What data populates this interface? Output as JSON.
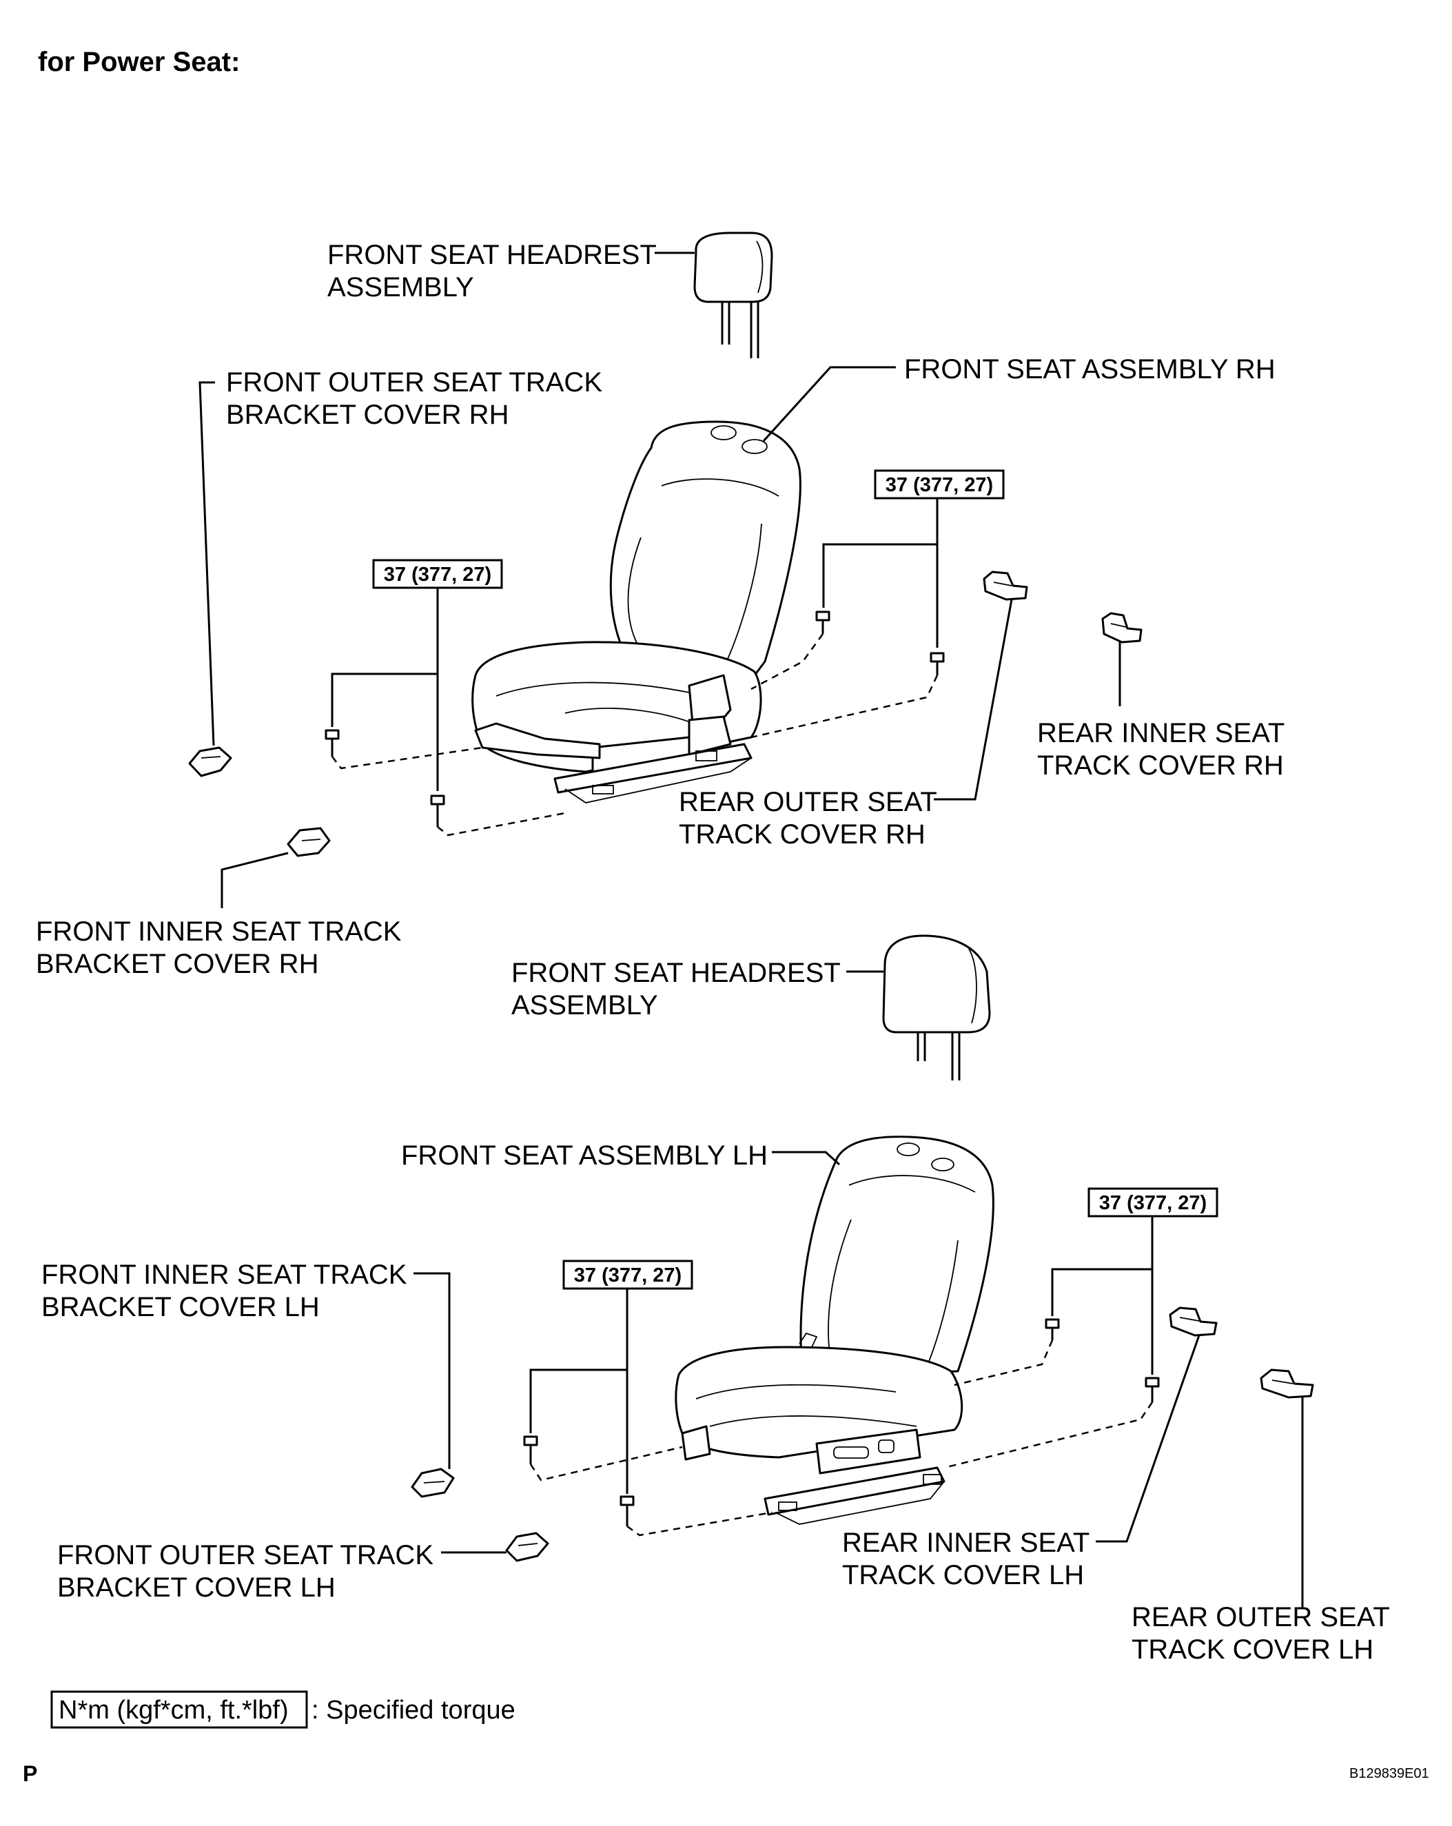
{
  "title": "for Power Seat:",
  "labels": {
    "headrest_rh": [
      "FRONT SEAT HEADREST",
      "ASSEMBLY"
    ],
    "seat_rh": "FRONT SEAT ASSEMBLY RH",
    "front_outer_cover_rh": [
      "FRONT OUTER SEAT TRACK",
      "BRACKET COVER RH"
    ],
    "rear_inner_cover_rh": [
      "REAR INNER SEAT",
      "TRACK COVER RH"
    ],
    "rear_outer_cover_rh": [
      "REAR OUTER SEAT",
      "TRACK COVER RH"
    ],
    "front_inner_cover_rh": [
      "FRONT INNER SEAT TRACK",
      "BRACKET COVER RH"
    ],
    "headrest_lh": [
      "FRONT SEAT HEADREST",
      "ASSEMBLY"
    ],
    "seat_lh": "FRONT SEAT ASSEMBLY LH",
    "front_inner_cover_lh": [
      "FRONT INNER SEAT TRACK",
      "BRACKET COVER LH"
    ],
    "front_outer_cover_lh": [
      "FRONT OUTER SEAT TRACK",
      "BRACKET COVER LH"
    ],
    "rear_inner_cover_lh": [
      "REAR INNER SEAT",
      "TRACK COVER LH"
    ],
    "rear_outer_cover_lh": [
      "REAR OUTER SEAT",
      "TRACK COVER LH"
    ]
  },
  "torque_values": {
    "rh_rear": "37 (377, 27)",
    "rh_front": "37 (377, 27)",
    "lh_rear": "37 (377, 27)",
    "lh_front": "37 (377, 27)"
  },
  "legend": {
    "unit_box": "N*m (kgf*cm, ft.*lbf)",
    "text": ": Specified torque"
  },
  "footer": {
    "page_marker": "P",
    "figure_code": "B129839E01"
  }
}
